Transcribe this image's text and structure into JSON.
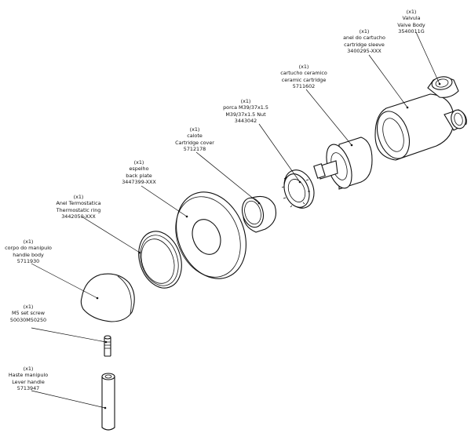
{
  "parts": [
    {
      "qty": "(x1)",
      "pt": "Valvula",
      "en": "Valve Body",
      "code": "3540011G"
    },
    {
      "qty": "(x1)",
      "pt": "anel do cartucho",
      "en": "cartridge sleeve",
      "code": "3400295-XXX"
    },
    {
      "qty": "(x1)",
      "pt": "cartucho ceramico",
      "en": "ceramic cartridge",
      "code": "5711602"
    },
    {
      "qty": "(x1)",
      "pt": "porca M39/37x1.5",
      "en": "M39/37x1.5 Nut",
      "code": "3443042"
    },
    {
      "qty": "(x1)",
      "pt": "calote",
      "en": "Cartridge cover",
      "code": "5712178"
    },
    {
      "qty": "(x1)",
      "pt": "espelho",
      "en": "back plate",
      "code": "3447399-XXX"
    },
    {
      "qty": "(x1)",
      "pt": "Anel Termostatica",
      "en": "Thermostatic ring",
      "code": "3442050-XXX"
    },
    {
      "qty": "(x1)",
      "pt": "corpo do manipulo",
      "en": "handle body",
      "code": "5711930"
    },
    {
      "qty": "(x1)",
      "pt": "M5 set screw",
      "en": "",
      "code": "50030M50250"
    },
    {
      "qty": "(x1)",
      "pt": "Haste manipulo",
      "en": "Lever handle",
      "code": "5713947"
    }
  ]
}
